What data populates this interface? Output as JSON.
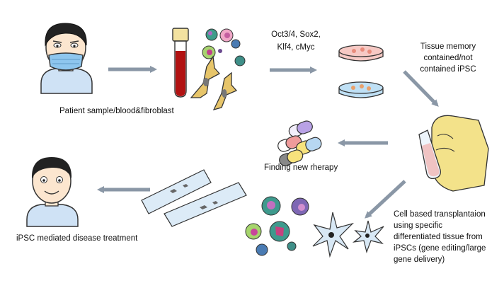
{
  "labels": {
    "patient_sample": "Patient sample/blood&fibroblast",
    "factors_line1": "Oct3/4, Sox2,",
    "factors_line2": "Klf4, cMyc",
    "tissue_memory_line1": "Tissue memory",
    "tissue_memory_line2": "contained/not",
    "tissue_memory_line3": "contained iPSC",
    "finding_therapy": "Finding new rherapy",
    "treatment": "iPSC mediated disease treatment",
    "transplant_line1": "Cell based transplantaion",
    "transplant_line2": "using specific",
    "transplant_line3": "differentiated tissue from",
    "transplant_line4": "iPSCs (gene editing/large",
    "transplant_line5": "gene delivery)"
  },
  "colors": {
    "arrow": "#8a97a6",
    "mask": "#8ec6ee",
    "skin": "#fce6cf",
    "shirt": "#cfe2f5",
    "blood": "#b21212",
    "glove": "#f3e28a",
    "fibroblast": "#e7c56a",
    "dish_pink": "#f6c9c4",
    "dish_blue": "#bfe0f5",
    "neuron": "#d8e8f5"
  },
  "icons": [
    "sick-patient-icon",
    "blood-tube-icon",
    "blood-cells-icon",
    "fibroblast-icon",
    "culture-dish-icon",
    "gloved-hand-tube-icon",
    "capsules-icon",
    "healthy-person-icon",
    "tissue-strip-icon",
    "neuron-icon"
  ]
}
